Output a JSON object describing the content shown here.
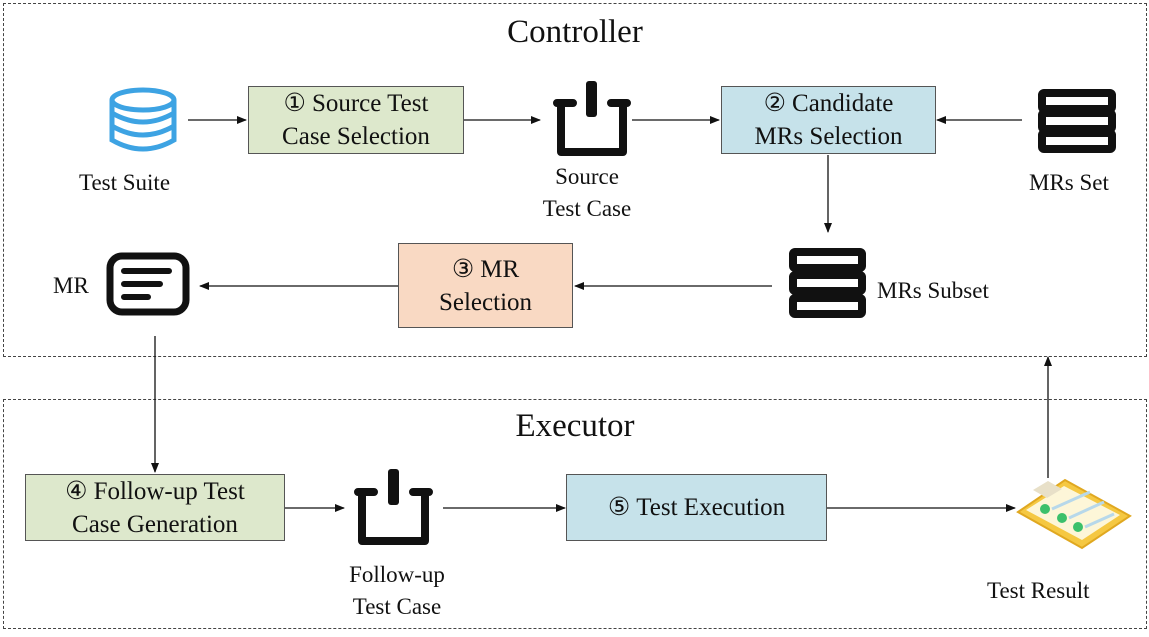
{
  "controller": {
    "title": "Controller",
    "test_suite_label": "Test Suite",
    "step1": {
      "num": "①",
      "line1": "Source Test",
      "line2": "Case Selection",
      "color": "#dde8cc"
    },
    "source_test_case": {
      "line1": "Source",
      "line2": "Test Case"
    },
    "step2": {
      "num": "②",
      "line1": "Candidate",
      "line2": "MRs Selection",
      "color": "#c6e2ea"
    },
    "mrs_set_label": "MRs Set",
    "mrs_subset_label": "MRs Subset",
    "step3": {
      "num": "③",
      "line1": "MR",
      "line2": "Selection",
      "color": "#f9d9c3"
    },
    "mr_label": "MR"
  },
  "executor": {
    "title": "Executor",
    "step4": {
      "num": "④",
      "line1": "Follow-up Test",
      "line2": "Case Generation",
      "color": "#dde8cc"
    },
    "followup_test_case": {
      "line1": "Follow-up",
      "line2": "Test Case"
    },
    "step5": {
      "num": "⑤",
      "label": "Test Execution",
      "color": "#c6e2ea"
    },
    "test_result_label": "Test Result"
  },
  "colors": {
    "database_icon": "#3da3e3",
    "result_icon": "#f5c842",
    "check": "#3cc06b"
  }
}
